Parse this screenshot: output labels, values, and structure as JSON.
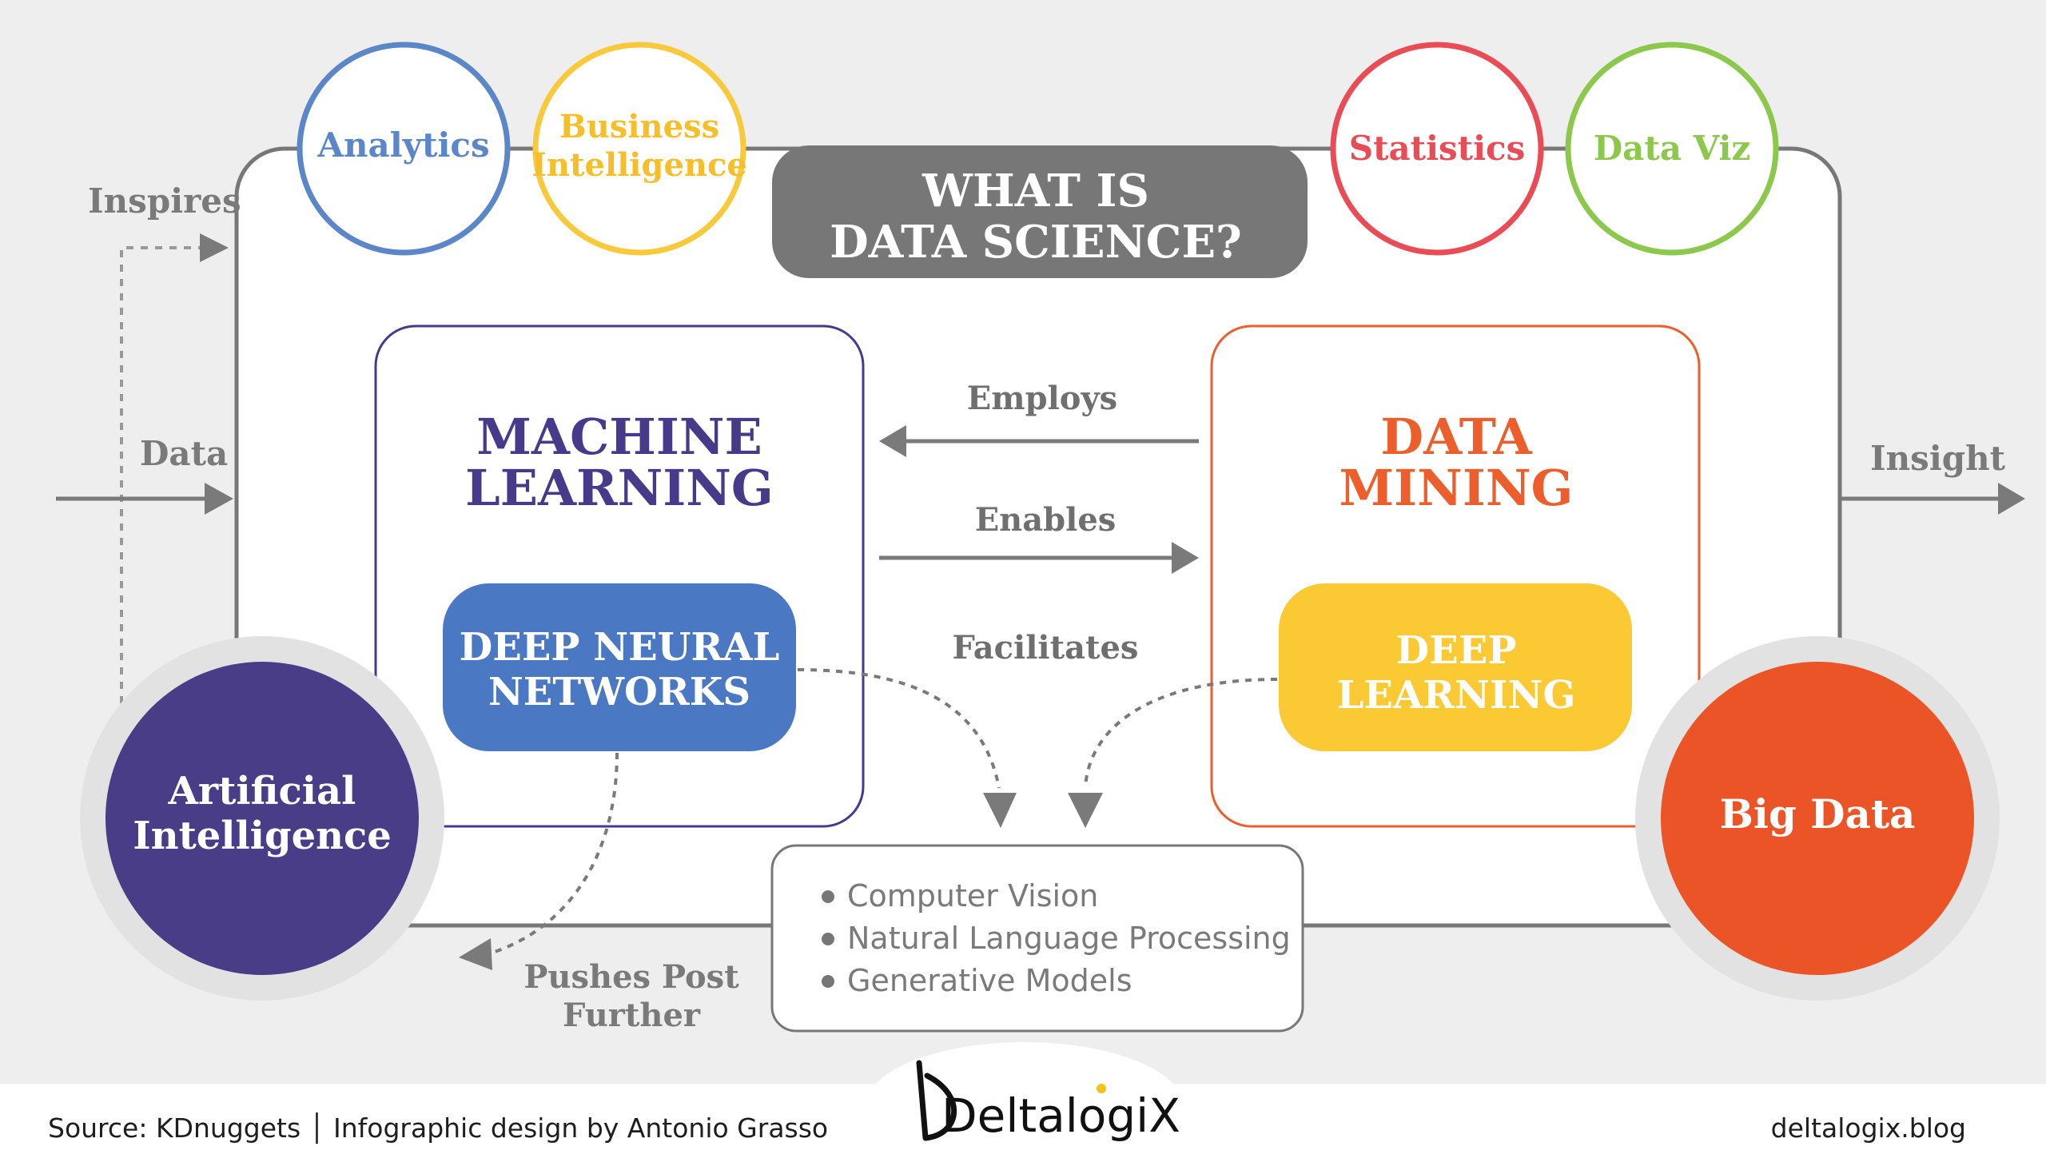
{
  "title": {
    "line1": "WHAT IS",
    "line2": "DATA SCIENCE?"
  },
  "top_circles": [
    {
      "lines": [
        "Analytics"
      ],
      "color": "#5b86c8"
    },
    {
      "lines": [
        "Business",
        "Intelligence"
      ],
      "color": "#f8c93a"
    },
    {
      "lines": [
        "Statistics"
      ],
      "color": "#e94c55"
    },
    {
      "lines": [
        "Data Viz"
      ],
      "color": "#8cc84b"
    }
  ],
  "flows": {
    "inspires": "Inspires",
    "data": "Data",
    "insight": "Insight",
    "employs": "Employs",
    "enables": "Enables",
    "facilitates": "Facilitates",
    "pushes": [
      "Pushes Post",
      "Further"
    ]
  },
  "machine_learning": {
    "lines": [
      "MACHINE",
      "LEARNING"
    ],
    "color": "#473a8a"
  },
  "deep_neural_networks": {
    "lines": [
      "DEEP NEURAL",
      "NETWORKS"
    ],
    "color": "#4a78c2"
  },
  "data_mining": {
    "lines": [
      "DATA",
      "MINING"
    ],
    "color": "#ec5e2b"
  },
  "deep_learning": {
    "lines": [
      "DEEP",
      "LEARNING"
    ],
    "color": "#fbc934"
  },
  "applications": [
    "Computer Vision",
    "Natural Language Processing",
    "Generative Models"
  ],
  "artificial_intelligence": {
    "lines": [
      "Artificial",
      "Intelligence"
    ],
    "color": "#4a3d87"
  },
  "big_data": {
    "label": "Big Data",
    "color": "#eb5427"
  },
  "footer": {
    "source": "Source: KDnuggets  │  Infographic design by Antonio Grasso",
    "logo": "DeltalogiX",
    "blog": "deltalogix.blog"
  }
}
